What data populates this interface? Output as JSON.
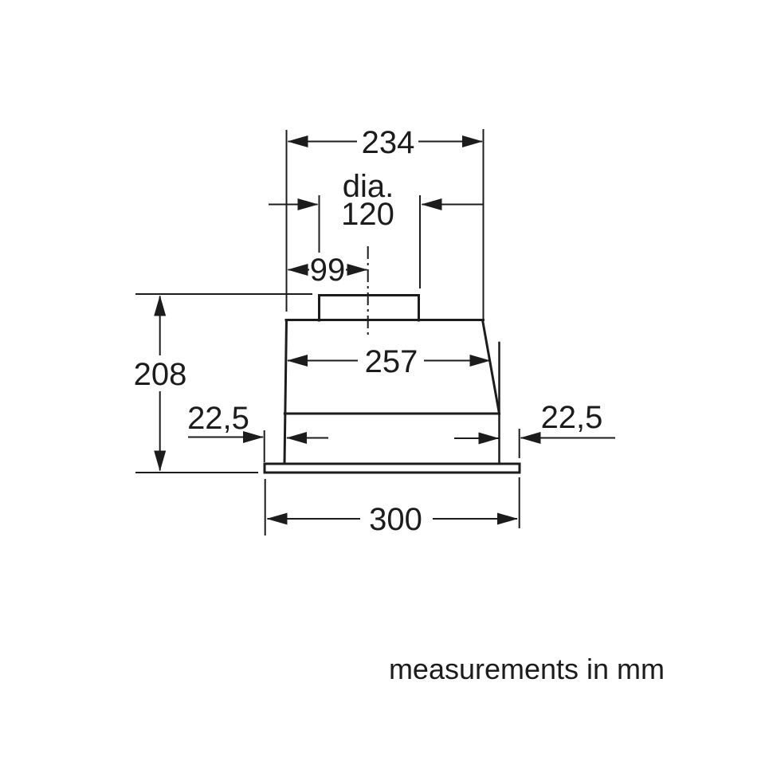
{
  "diagram": {
    "type": "technical-dimension-drawing",
    "colors": {
      "line": "#1c1c1c",
      "background": "#ffffff"
    },
    "dimensions": {
      "top_width": "234",
      "duct_dia_word": "dia.",
      "duct_dia_value": "120",
      "duct_center_offset": "99",
      "total_height": "208",
      "body_width": "257",
      "base_overhang_left": "22,5",
      "base_overhang_right": "22,5",
      "base_width": "300"
    },
    "note": "measurements in mm"
  }
}
